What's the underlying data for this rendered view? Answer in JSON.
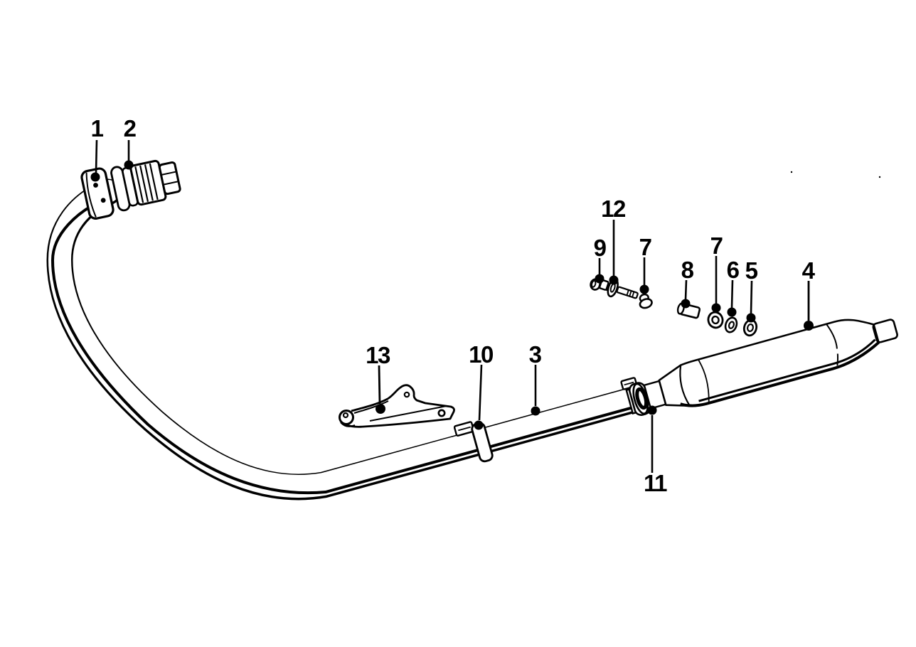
{
  "diagram": {
    "background_color": "#ffffff",
    "line_color": "#000000",
    "callouts": [
      {
        "label": "1"
      },
      {
        "label": "2"
      },
      {
        "label": "12"
      },
      {
        "label": "9"
      },
      {
        "label": "7"
      },
      {
        "label": "8"
      },
      {
        "label": "7"
      },
      {
        "label": "6"
      },
      {
        "label": "5"
      },
      {
        "label": "4"
      },
      {
        "label": "13"
      },
      {
        "label": "10"
      },
      {
        "label": "3"
      },
      {
        "label": "11"
      }
    ]
  }
}
